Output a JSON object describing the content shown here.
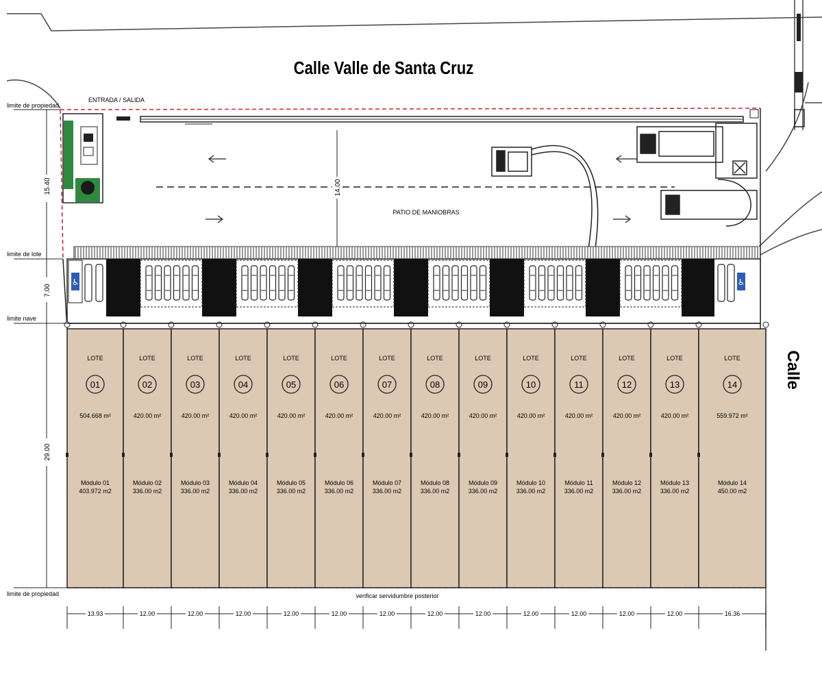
{
  "street_top": "Calle Valle de Santa Cruz",
  "street_right": "Calle",
  "entrance_label": "ENTRADA / SALIDA",
  "yard_label": "PATIO DE MANIOBRAS",
  "easement_note": "verificar servidumbre posterior",
  "left_labels": {
    "property_limit_top": "limite de propiedad",
    "lot_limit": "limite de lote",
    "bay_limit": "limite nave",
    "property_limit_bottom": "limite de propiedad"
  },
  "vertical_dims": [
    "15.40",
    "7.00",
    "29.00"
  ],
  "center_dim": "14.00",
  "lots": [
    {
      "label": "LOTE",
      "number": "01",
      "area": "504.668 m²",
      "module": "Módulo 01",
      "module_area": "403.972 m2"
    },
    {
      "label": "LOTE",
      "number": "02",
      "area": "420.00 m²",
      "module": "Módulo 02",
      "module_area": "336.00 m2"
    },
    {
      "label": "LOTE",
      "number": "03",
      "area": "420.00 m²",
      "module": "Módulo 03",
      "module_area": "336.00 m2"
    },
    {
      "label": "LOTE",
      "number": "04",
      "area": "420.00 m²",
      "module": "Módulo 04",
      "module_area": "336.00 m2"
    },
    {
      "label": "LOTE",
      "number": "05",
      "area": "420.00 m²",
      "module": "Módulo 05",
      "module_area": "336.00 m2"
    },
    {
      "label": "LOTE",
      "number": "06",
      "area": "420.00 m²",
      "module": "Módulo 06",
      "module_area": "336.00 m2"
    },
    {
      "label": "LOTE",
      "number": "07",
      "area": "420.00 m²",
      "module": "Módulo 07",
      "module_area": "336.00 m2"
    },
    {
      "label": "LOTE",
      "number": "08",
      "area": "420.00 m²",
      "module": "Módulo 08",
      "module_area": "336.00 m2"
    },
    {
      "label": "LOTE",
      "number": "09",
      "area": "420.00 m²",
      "module": "Módulo 09",
      "module_area": "336.00 m2"
    },
    {
      "label": "LOTE",
      "number": "10",
      "area": "420.00 m²",
      "module": "Módulo 10",
      "module_area": "336.00 m2"
    },
    {
      "label": "LOTE",
      "number": "11",
      "area": "420.00 m²",
      "module": "Módulo 11",
      "module_area": "336.00 m2"
    },
    {
      "label": "LOTE",
      "number": "12",
      "area": "420.00 m²",
      "module": "Módulo 12",
      "module_area": "336.00 m2"
    },
    {
      "label": "LOTE",
      "number": "13",
      "area": "420.00 m²",
      "module": "Módulo 13",
      "module_area": "336.00 m2"
    },
    {
      "label": "LOTE",
      "number": "14",
      "area": "559.972 m²",
      "module": "Módulo 14",
      "module_area": "450.00 m2"
    }
  ],
  "bottom_dims": [
    "13.93",
    "12.00",
    "12.00",
    "12.00",
    "12.00",
    "12.00",
    "12.00",
    "12.00",
    "12.00",
    "12.00",
    "12.00",
    "12.00",
    "12.00",
    "16.36"
  ],
  "colors": {
    "lot_fill": "#dcc9b4",
    "boundary_red": "#d8202a",
    "landscape_green": "#2d8a3e",
    "line": "#222222"
  }
}
